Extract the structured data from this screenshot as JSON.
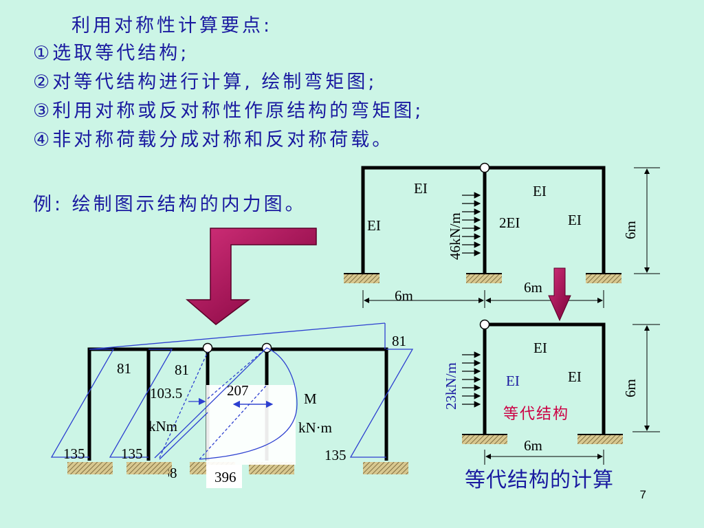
{
  "heading": "利用对称性计算要点:",
  "steps": [
    "①选取等代结构;",
    "②对等代结构进行计算, 绘制弯矩图;",
    "③利用对称或反对称性作原结构的弯矩图;",
    "④非对称荷载分成对称和反对称荷载。"
  ],
  "example": "例: 绘制图示结构的内力图。",
  "original": {
    "beam_left": "EI",
    "beam_right": "EI",
    "col_left": "EI",
    "col_mid": "2EI",
    "col_right": "EI",
    "load": "46kN/m",
    "span_left": "6m",
    "span_right": "6m",
    "height": "6m"
  },
  "equivalent": {
    "beam": "EI",
    "col_left": "EI",
    "col_right": "EI",
    "load": "23kN/m",
    "span": "6m",
    "height": "6m",
    "name": "等代结构"
  },
  "moment": {
    "v81_right": "81",
    "v81_a": "81",
    "v81_b": "81",
    "v103": "103.5",
    "v207": "207",
    "unit1": "kNm",
    "m_label": "M",
    "unit2": "kN·m",
    "v135_a": "135",
    "v135_b": "135",
    "v135_c": "135",
    "v_partial": "138",
    "v396": "396"
  },
  "caption": "等代结构的计算",
  "page_number": "7",
  "colors": {
    "text": "#1a1aa0",
    "bg": "#ccf5e6",
    "arrow": "#9b0045",
    "diagram_line": "#2c3fd0"
  }
}
